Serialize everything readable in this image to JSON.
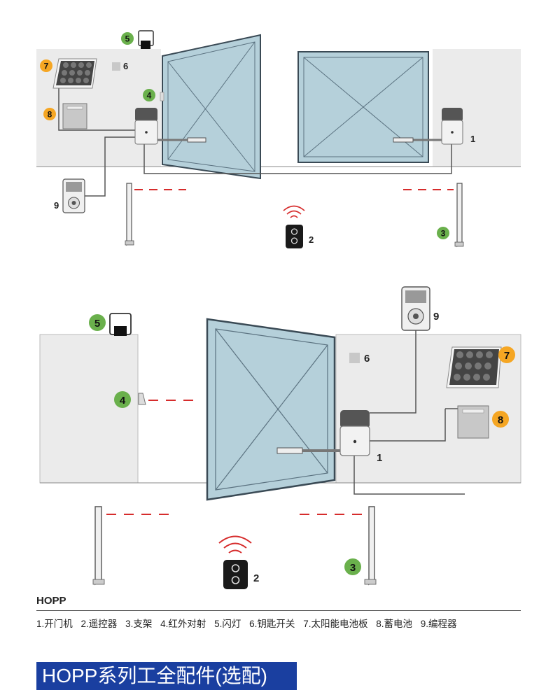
{
  "caption": {
    "title": "HOPP",
    "legend": [
      "1.开门机",
      "2.遥控器",
      "3.支架",
      "4.红外对射",
      "5.闪灯",
      "6.钥匙开关",
      "7.太阳能电池板",
      "8.蓄电池",
      "9.编程器"
    ]
  },
  "banner": {
    "text": "HOPP系列工全配件(选配)"
  },
  "colors": {
    "gate": "#b5d0da",
    "gate_stroke": "#3a4a55",
    "wall": "#ebebeb",
    "badge_green": "#6ab04c",
    "badge_orange": "#f5a623",
    "dashes": "#d62c2c"
  },
  "top_diagram": {
    "labels": {
      "n1": "1",
      "n2": "2",
      "n3": "3",
      "n4": "4",
      "n5": "5",
      "n6": "6",
      "n7": "7",
      "n8": "8",
      "n9": "9"
    }
  },
  "bottom_diagram": {
    "labels": {
      "n1": "1",
      "n2": "2",
      "n3": "3",
      "n4": "4",
      "n5": "5",
      "n6": "6",
      "n7": "7",
      "n8": "8",
      "n9": "9"
    }
  }
}
